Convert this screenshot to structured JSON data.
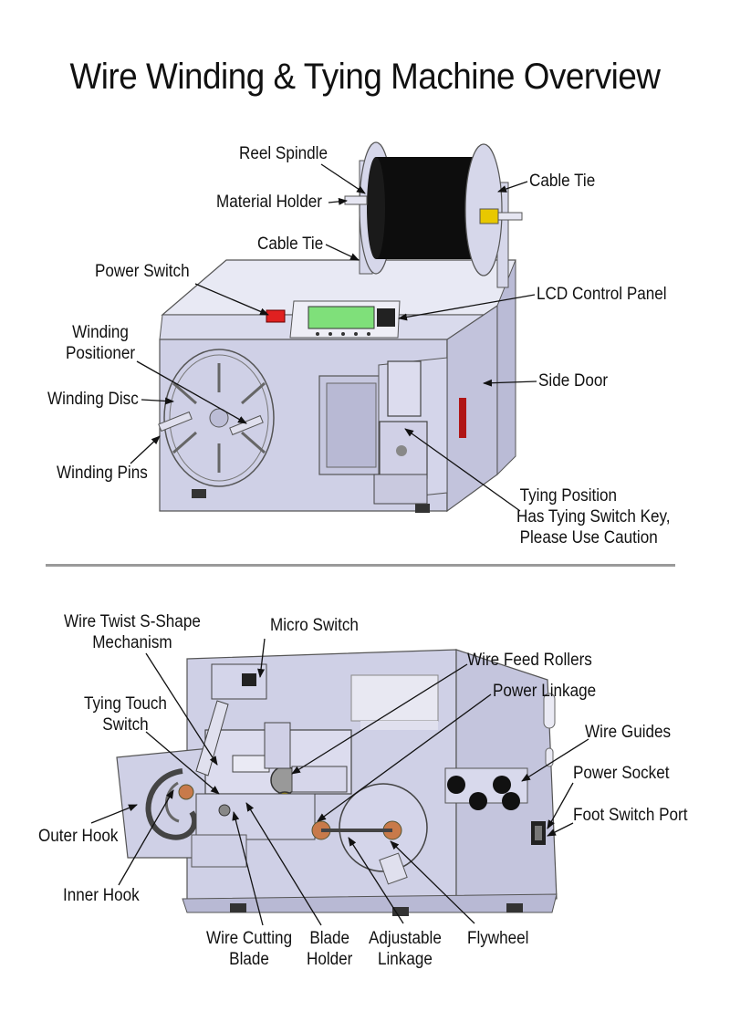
{
  "title": "Wire Winding & Tying Machine Overview",
  "top_labels": {
    "reel_spindle": "Reel Spindle",
    "material_holder": "Material Holder",
    "cable_tie_top": "Cable Tie",
    "cable_tie_bar": "Cable Tie",
    "power_switch": "Power Switch",
    "lcd_panel": "LCD Control Panel",
    "winding_positioner": [
      "Winding",
      "Positioner"
    ],
    "winding_disc": "Winding Disc",
    "side_door": "Side Door",
    "winding_pins": "Winding Pins",
    "tying_position": [
      "Tying Position",
      "Has Tying Switch Key,",
      "Please Use Caution"
    ]
  },
  "bottom_labels": {
    "wire_twist": [
      "Wire Twist S-Shape",
      "Mechanism"
    ],
    "micro_switch": "Micro Switch",
    "wire_feed_rollers": "Wire Feed Rollers",
    "power_linkage": "Power Linkage",
    "tying_touch_switch": [
      "Tying Touch",
      "Switch"
    ],
    "wire_guides": "Wire Guides",
    "power_socket": "Power Socket",
    "foot_switch_port": "Foot Switch Port",
    "outer_hook": "Outer Hook",
    "inner_hook": "Inner Hook",
    "wire_cutting_blade": [
      "Wire Cutting",
      "Blade"
    ],
    "blade_holder": [
      "Blade",
      "Holder"
    ],
    "adjustable_linkage": [
      "Adjustable",
      "Linkage"
    ],
    "flywheel": "Flywheel"
  },
  "lcd_display_color": "#7fe07a",
  "power_switch_color": "#e02020",
  "side_door_window_color": "#b01515",
  "cable_tie_spool_color": "#e8c800",
  "machine_color": "#cfd0e6",
  "reel_color": "#0d0d0d"
}
